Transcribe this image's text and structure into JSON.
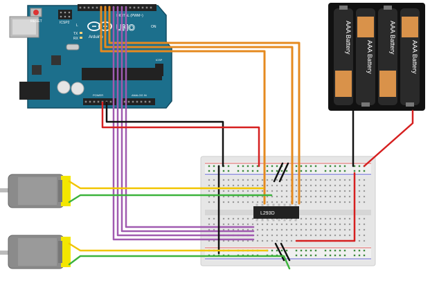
{
  "arduino": {
    "brand": "Arduino",
    "model": "UNO",
    "reset_label": "RESET",
    "icsp2_label": "ICSP2",
    "on_label": "ON",
    "l_label": "L",
    "tx_label": "TX",
    "rx_label": "RX",
    "digital_label": "DIGITAL (PWM~)",
    "analog_label": "ANALOG IN",
    "power_label": "POWER",
    "icsp_label": "ICSP"
  },
  "battery": {
    "cells": [
      "AAA Battery",
      "AAA Battery",
      "AAA Battery",
      "AAA Battery"
    ]
  },
  "chip": {
    "label": "L293D"
  },
  "colors": {
    "arduino_board": "#1c6f8c",
    "wire_orange": "#e58a1f",
    "wire_purple": "#a05ab0",
    "wire_black": "#111111",
    "wire_red": "#d61f1f",
    "wire_yellow": "#f2c500",
    "wire_green": "#3cb33c",
    "battery_copper": "#d9924a",
    "motor_tab": "#f3e600"
  }
}
